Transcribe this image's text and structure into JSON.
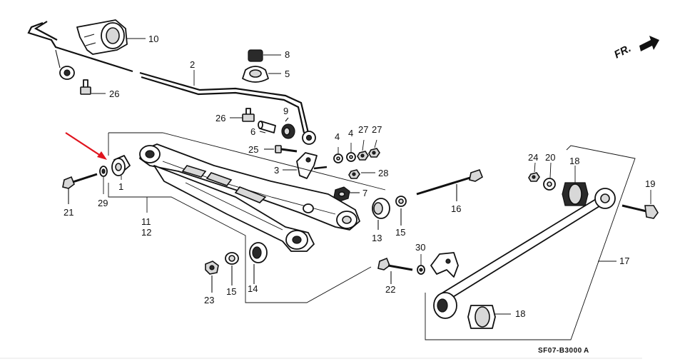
{
  "diagram": {
    "catalog_code": "SF07-B3000",
    "catalog_suffix": "A",
    "front_marker": "FR.",
    "callouts": {
      "c1": "1",
      "c2": "2",
      "c3": "3",
      "c4a": "4",
      "c4b": "4",
      "c5": "5",
      "c6": "6",
      "c7": "7",
      "c8": "8",
      "c9": "9",
      "c10": "10",
      "c11": "11",
      "c12": "12",
      "c13": "13",
      "c14": "14",
      "c15a": "15",
      "c15b": "15",
      "c16": "16",
      "c17": "17",
      "c18a": "18",
      "c18b": "18",
      "c19": "19",
      "c20": "20",
      "c21": "21",
      "c22": "22",
      "c23": "23",
      "c24": "24",
      "c25": "25",
      "c26a": "26",
      "c26b": "26",
      "c27a": "27",
      "c27b": "27",
      "c28": "28",
      "c29": "29",
      "c30": "30"
    },
    "colors": {
      "annotation_arrow": "#e0141e",
      "line_art": "#111111",
      "background": "#ffffff"
    }
  }
}
